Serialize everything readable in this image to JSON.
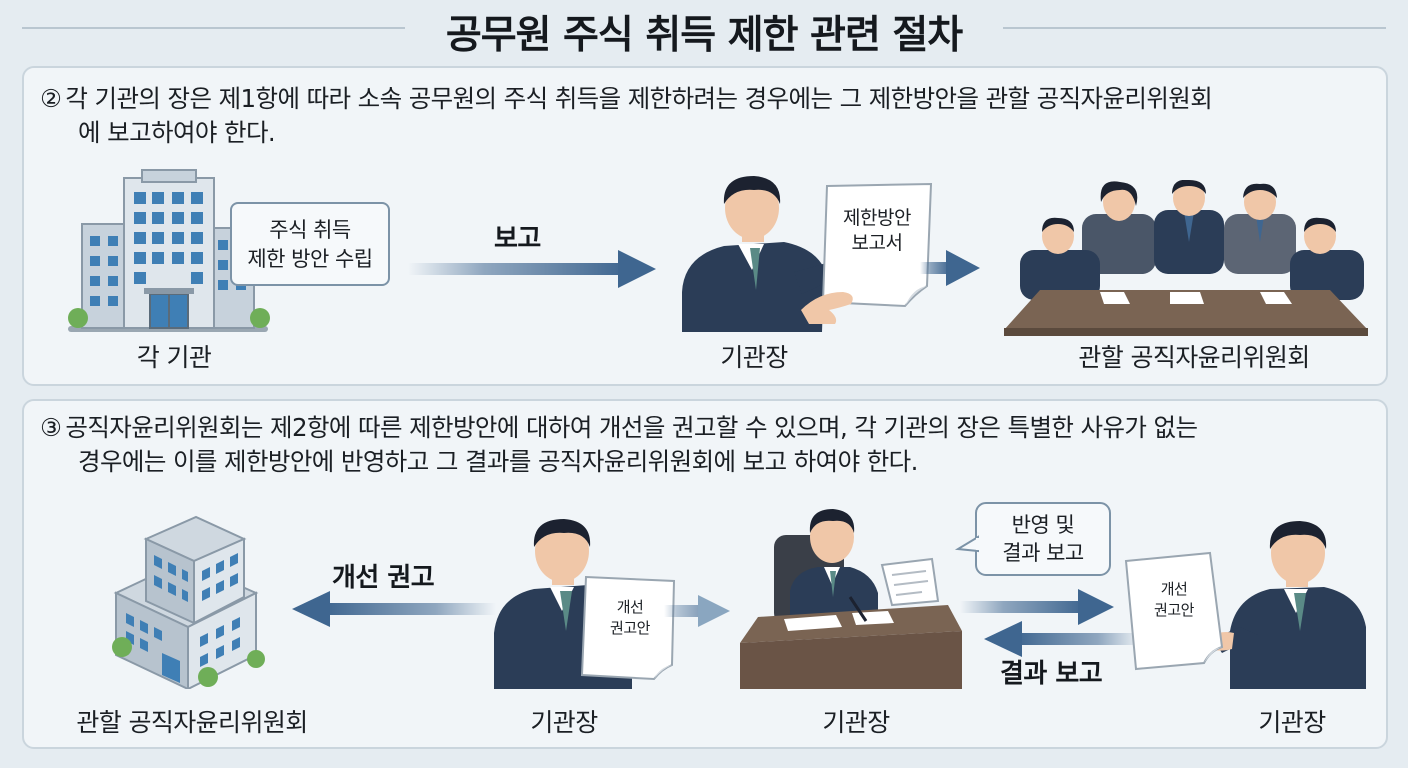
{
  "title": "공무원 주식 취득 제한 관련 절차",
  "section2": {
    "number": "②",
    "text_line1": "각 기관의 장은 제1항에 따라 소속 공무원의 주식 취득을 제한하려는 경우에는 그 제한방안을 관할 공직자윤리위원회",
    "text_line2": "에 보고하여야 한다.",
    "building_label": "각 기관",
    "bubble_line1": "주식 취득",
    "bubble_line2": "제한 방안 수립",
    "arrow_label": "보고",
    "head_label": "기관장",
    "doc_line1": "제한방안",
    "doc_line2": "보고서",
    "committee_label": "관할 공직자윤리위원회"
  },
  "section3": {
    "number": "③",
    "text_line1": "공직자윤리위원회는 제2항에 따른 제한방안에 대하여 개선을 권고할 수 있으며, 각 기관의 장은 특별한 사유가 없는",
    "text_line2": "경우에는 이를 제한방안에 반영하고 그 결과를 공직자윤리위원회에 보고 하여야 한다.",
    "committee_label": "관할 공직자윤리위원회",
    "arrow_label": "개선 권고",
    "head_label_1": "기관장",
    "doc1_line1": "개선",
    "doc1_line2": "권고안",
    "head_label_2": "기관장",
    "speech_line1": "반영 및",
    "speech_line2": "결과 보고",
    "doc2_line1": "개선",
    "doc2_line2": "권고안",
    "return_label": "결과 보고",
    "head_label_3": "기관장"
  },
  "colors": {
    "background": "#e5ecf1",
    "panel": "#f1f5f8",
    "arrow": "#3f6690",
    "suit": "#2b3d57",
    "skin": "#f0c7a8",
    "table": "#7a6453"
  }
}
